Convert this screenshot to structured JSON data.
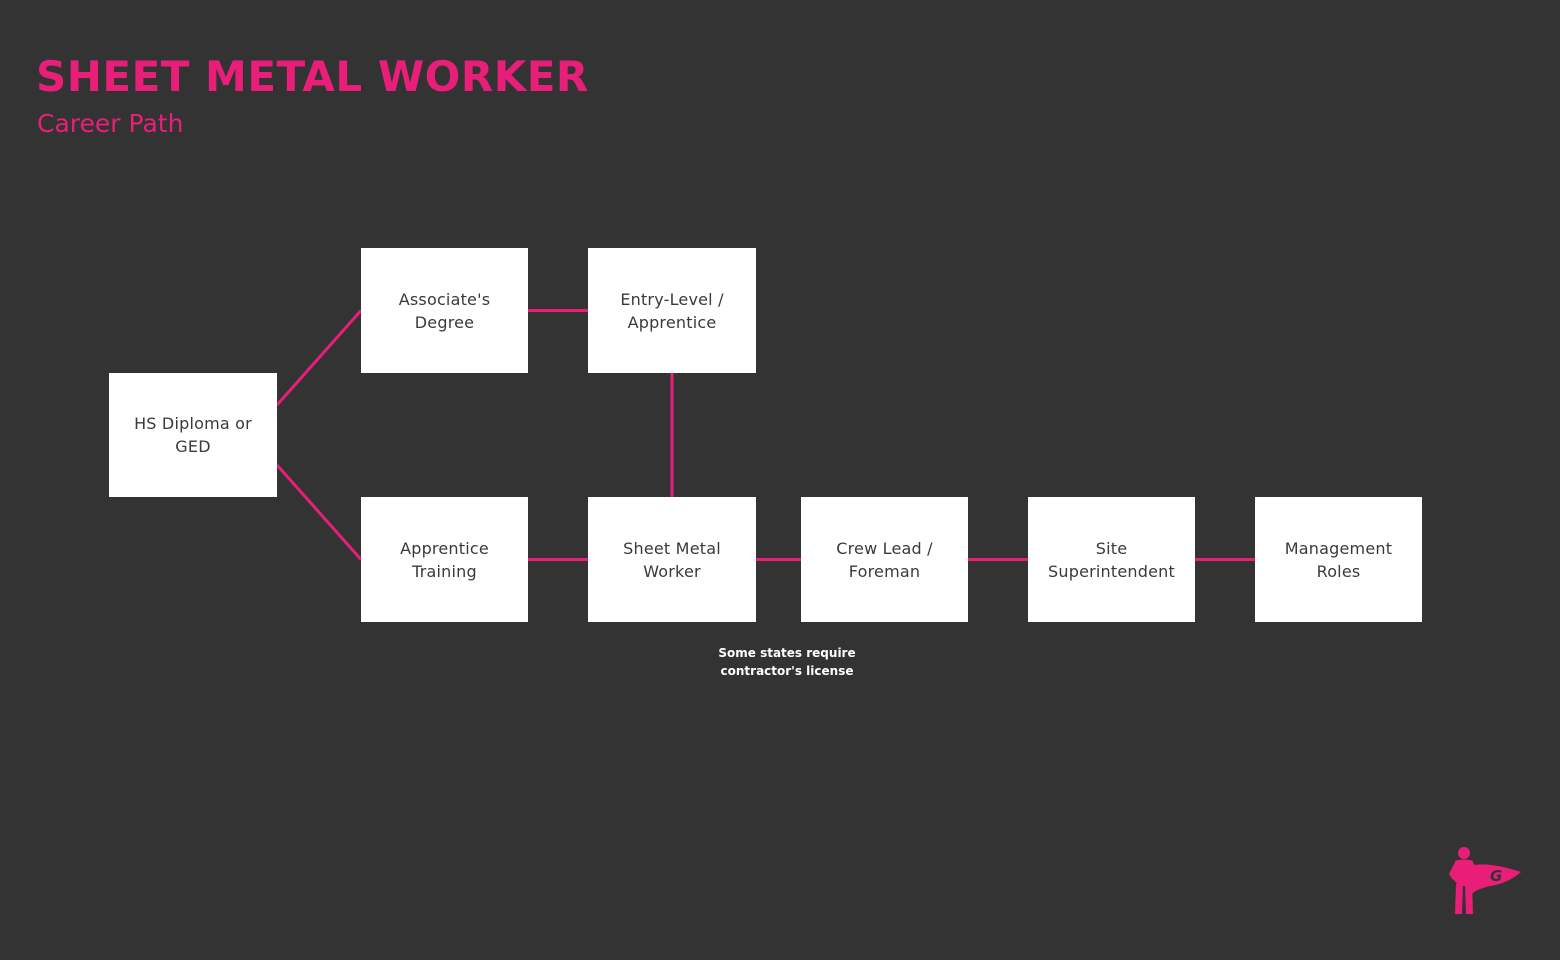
{
  "header": {
    "title": "SHEET METAL WORKER",
    "subtitle": "Career Path"
  },
  "colors": {
    "accent": "#e91e78",
    "background": "#333333",
    "node_fill": "#ffffff",
    "node_text": "#3a3a3a",
    "note_text": "#ffffff"
  },
  "nodes": {
    "hs_diploma": "HS Diploma or GED",
    "associates_degree": "Associate's Degree",
    "entry_level": "Entry-Level / Apprentice",
    "apprentice_training": "Apprentice Training",
    "sheet_metal_worker": "Sheet Metal Worker",
    "crew_lead": "Crew Lead / Foreman",
    "site_superintendent": "Site Superintendent",
    "management_roles": "Management Roles"
  },
  "edges": [
    [
      "hs_diploma",
      "associates_degree"
    ],
    [
      "hs_diploma",
      "apprentice_training"
    ],
    [
      "associates_degree",
      "entry_level"
    ],
    [
      "entry_level",
      "sheet_metal_worker"
    ],
    [
      "apprentice_training",
      "sheet_metal_worker"
    ],
    [
      "sheet_metal_worker",
      "crew_lead"
    ],
    [
      "crew_lead",
      "site_superintendent"
    ],
    [
      "site_superintendent",
      "management_roles"
    ]
  ],
  "note": "Some states require\ncontractor's license",
  "logo": {
    "icon": "superhero-mascot-icon",
    "letter": "G"
  }
}
